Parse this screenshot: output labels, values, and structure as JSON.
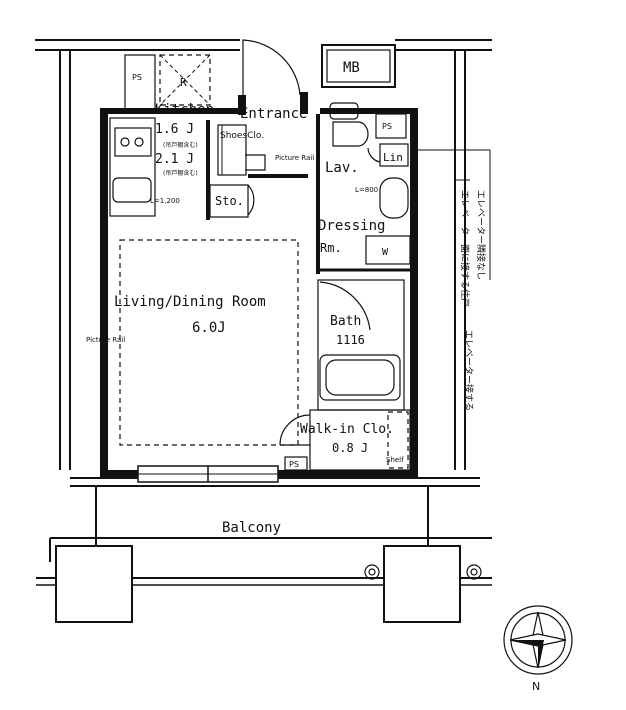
{
  "labels": {
    "kitchen": "Kitchen",
    "kitchen_area_1": "1.6 J",
    "kitchen_area_2": "2.1 J",
    "kitchen_note_1": "(吊戸棚含む)",
    "kitchen_note_2": "(吊戸棚含む)",
    "kitchen_width": "L=1,200",
    "r_mark": "R",
    "entrance": "Entrance",
    "shoes_closet": "ShoesClo.",
    "picture_rail_top": "Picture Rail",
    "lav": "Lav.",
    "lin": "Lin",
    "ps_top_left": "PS",
    "ps_top_right": "PS",
    "ps_bottom": "PS",
    "mb": "MB",
    "storage": "Sto.",
    "l800": "L=800",
    "dressing": "Dressing",
    "dressing_rm": "Rm.",
    "w_mark": "W",
    "living": "Living/Dining Room",
    "living_area": "6.0J",
    "picture_rail_left": "Picture Rail",
    "bath": "Bath",
    "bath_size": "1116",
    "walkin": "Walk-in Clo.",
    "walkin_area": "0.8 J",
    "shelf": "Shelf",
    "balcony": "Balcony",
    "compass_north": "N",
    "ev_note_1": "エレベーター隣接なし",
    "ev_note_2": "エレベーター面に接する住戸",
    "ev_note_3": "エレベーター接する"
  }
}
